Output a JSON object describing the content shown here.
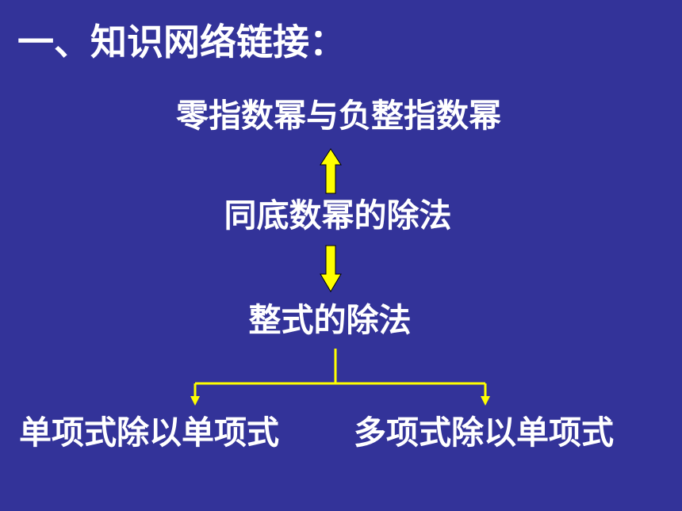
{
  "title": "一、知识网络链接：",
  "nodes": {
    "top": "零指数幂与负整指数幂",
    "middle": "同底数幂的除法",
    "division": "整式的除法",
    "left_leaf": "单项式除以单项式",
    "right_leaf": "多项式除以单项式"
  },
  "colors": {
    "background": "#333399",
    "text": "#ffffff",
    "connector": "#ffff00"
  }
}
